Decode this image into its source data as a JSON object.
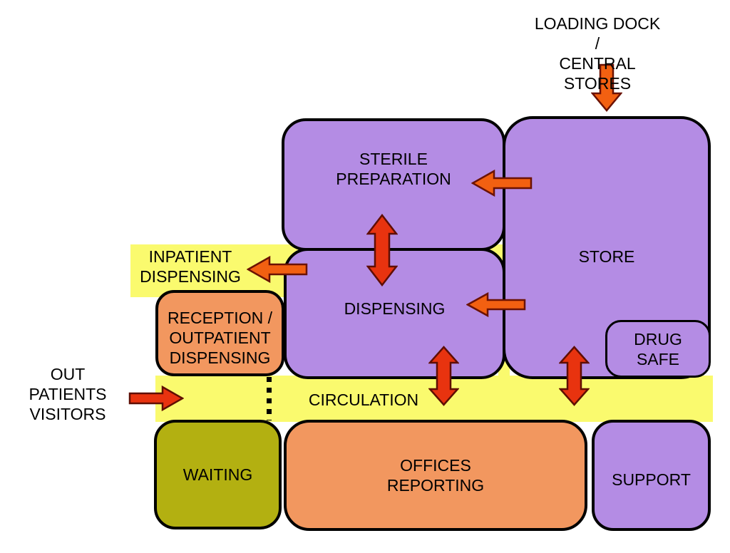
{
  "diagram": {
    "labels": {
      "loading_dock": "LOADING DOCK /\nCENTRAL STORES",
      "sterile_preparation": "STERILE\nPREPARATION",
      "store": "STORE",
      "drug_safe": "DRUG\nSAFE",
      "inpatient_dispensing": "INPATIENT\nDISPENSING",
      "reception": "RECEPTION /\nOUTPATIENT\nDISPENSING",
      "dispensing": "DISPENSING",
      "out_patients": "OUT\nPATIENTS\nVISITORS",
      "circulation": "CIRCULATION",
      "waiting": "WAITING",
      "offices": "OFFICES\nREPORTING",
      "support": "SUPPORT"
    },
    "colors": {
      "room_purple": "#B48CE4",
      "room_salmon": "#F2975F",
      "room_olive": "#B3B011",
      "corridor_yellow": "#FAFA6E",
      "arrow_orange": "#F26011",
      "arrow_red": "#E8330F",
      "outline": "#000000"
    },
    "arrows": [
      {
        "name": "arrow-loading-dock-to-store",
        "direction": "down",
        "color": "#F26011"
      },
      {
        "name": "arrow-store-to-sterile-preparation",
        "direction": "left",
        "color": "#F26011"
      },
      {
        "name": "arrow-dispensing-to-inpatient-dispensing",
        "direction": "left",
        "color": "#F26011"
      },
      {
        "name": "arrow-store-to-dispensing",
        "direction": "left",
        "color": "#F26011"
      },
      {
        "name": "arrow-sterile-preparation-dispensing",
        "direction": "double-vertical",
        "color": "#E8330F"
      },
      {
        "name": "arrow-dispensing-circulation",
        "direction": "double-vertical",
        "color": "#E8330F"
      },
      {
        "name": "arrow-store-circulation",
        "direction": "double-vertical",
        "color": "#E8330F"
      },
      {
        "name": "arrow-out-patients-to-circulation",
        "direction": "right",
        "color": "#E8330F"
      }
    ]
  }
}
